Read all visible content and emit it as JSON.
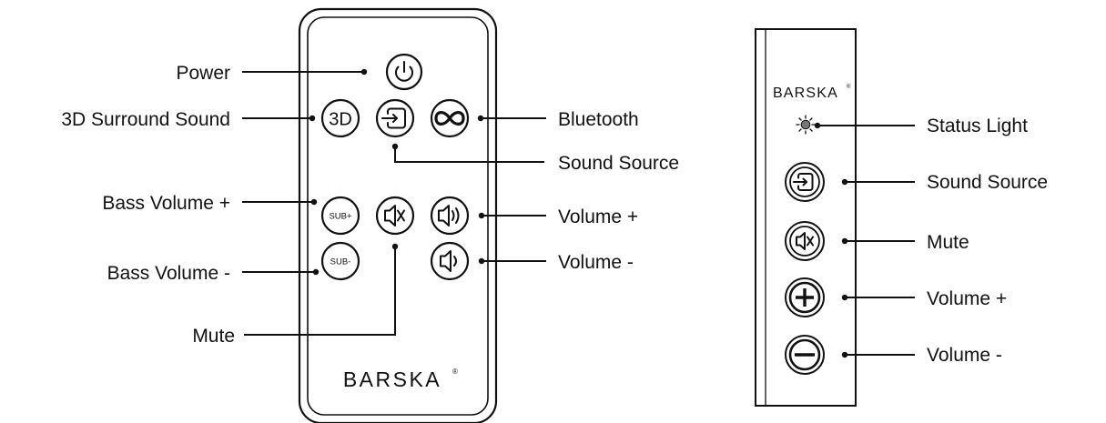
{
  "remote": {
    "brand": "BARSKA",
    "brand_mark": "®",
    "callouts": {
      "power": "Power",
      "surround": "3D Surround Sound",
      "bluetooth": "Bluetooth",
      "source": "Sound Source",
      "bass_up": "Bass Volume +",
      "volume_up": "Volume +",
      "bass_down": "Bass Volume -",
      "volume_down": "Volume -",
      "mute": "Mute"
    },
    "buttons": {
      "surround": "3D",
      "sub_plus": "SUB+",
      "sub_minus": "SUB-"
    }
  },
  "soundbar": {
    "brand": "BARSKA",
    "brand_mark": "®",
    "callouts": {
      "status": "Status Light",
      "source": "Sound Source",
      "mute": "Mute",
      "volume_up": "Volume +",
      "volume_down": "Volume -"
    }
  }
}
